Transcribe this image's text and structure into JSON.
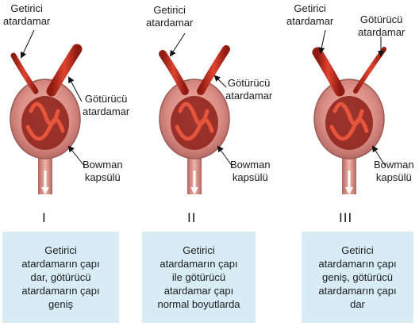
{
  "panels": [
    {
      "numeral": "I",
      "afferent": "Getirici\natardamar",
      "efferent": "Götürücü\natardamar",
      "bowman": "Bowman\nkapsülü",
      "caption": "Getirici\natardamarın çapı\ndar, götürücü\natardamarın çapı\ngeniş"
    },
    {
      "numeral": "II",
      "afferent": "Getirici\natardamar",
      "efferent": "Götürücü\natardamar",
      "bowman": "Bowman\nkapsülü",
      "caption": "Getirici\natardamarın çapı\nile götürücü\natardamar çapı\nnormal boyutlarda"
    },
    {
      "numeral": "III",
      "afferent": "Getirici\natardamar",
      "efferent": "Götürücü\natardamar",
      "bowman": "Bowman\nkapsülü",
      "caption": "Getirici\natardamarın çapı\ngeniş, götürücü\natardamarın çapı\ndar"
    }
  ],
  "colors": {
    "caption_box": "#d8ecf6",
    "vessel": "#c0281d",
    "capsule": "#d88b86",
    "arrow": "#ffffff"
  }
}
